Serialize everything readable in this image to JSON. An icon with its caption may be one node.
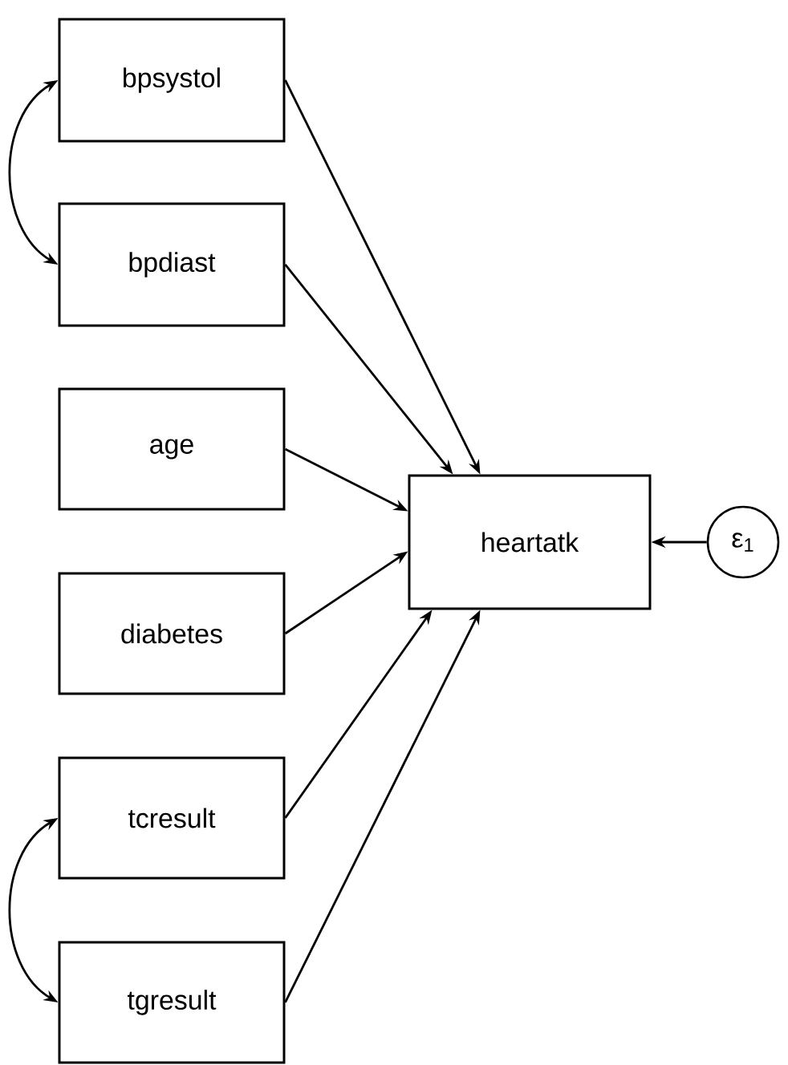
{
  "diagram": {
    "nodes": [
      {
        "text": [
          "bpsystol"
        ]
      },
      {
        "text": [
          "bpdiast"
        ]
      },
      {
        "text": [
          "age"
        ]
      },
      {
        "text": [
          "diabetes"
        ]
      },
      {
        "text": [
          "tcresult"
        ]
      },
      {
        "text": [
          "tgresult"
        ]
      },
      {
        "text": [
          "heartatk"
        ]
      },
      {
        "text": [
          "ε$_{1}$"
        ]
      }
    ],
    "edges": [
      {
        "from": 0,
        "to": 6,
        "arrow": "to"
      },
      {
        "from": 1,
        "to": 6,
        "arrow": "to"
      },
      {
        "from": 2,
        "to": 6,
        "arrow": "to"
      },
      {
        "from": 3,
        "to": 6,
        "arrow": "to"
      },
      {
        "from": 4,
        "to": 6,
        "arrow": "to"
      },
      {
        "from": 5,
        "to": 6,
        "arrow": "to"
      },
      {
        "from": 7,
        "to": 6,
        "arrow": "to"
      },
      {
        "from": 0,
        "to": 1,
        "arrow": "both"
      },
      {
        "from": 4,
        "to": 5,
        "arrow": "both"
      }
    ]
  }
}
